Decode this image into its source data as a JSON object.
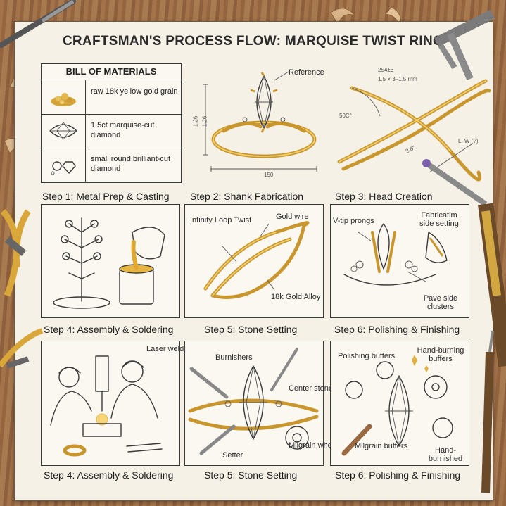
{
  "title": "CRAFTSMAN'S PROCESS FLOW: MARQUISE TWIST RING",
  "bom": {
    "heading": "BILL OF MATERIALS",
    "items": [
      {
        "label": "raw 18k yellow gold grain",
        "icon": "gold-grain-icon"
      },
      {
        "label": "1.5ct marquise-cut diamond",
        "icon": "marquise-diamond-icon"
      },
      {
        "label": "small round brilliant-cut diamond",
        "icon": "round-diamond-icon"
      }
    ]
  },
  "reference": {
    "label": "Reference",
    "dim_height_a": "1.26",
    "dim_height_b": "1.26",
    "dim_width": "150"
  },
  "wire_sketch": {
    "note_top": "254±3",
    "note_sub": "1.5 × 3–1.5 mm",
    "note_angle": "50C°",
    "note_length": "2.8\"",
    "note_side": "L–W (?)"
  },
  "steps": [
    {
      "title": "Step 1: Metal Prep & Casting",
      "annotations": []
    },
    {
      "title": "Step 2: Shank Fabrication",
      "annotations": [
        "Infinity Loop Twist",
        "Gold wire",
        "18k Gold Alloy"
      ]
    },
    {
      "title": "Step 3: Head Creation",
      "annotations": [
        "V-tip prongs",
        "Fabricatim side setting",
        "Pave side clusters"
      ]
    },
    {
      "title": "Step 4: Assembly & Soldering",
      "annotations": [
        "Laser welder"
      ]
    },
    {
      "title": "Step 5: Stone Setting",
      "annotations": [
        "Burnishers",
        "Center stone",
        "Setter",
        "Milgrain wheels"
      ]
    },
    {
      "title": "Step 6: Polishing & Finishing",
      "annotations": [
        "Polishing buffers",
        "Hand-burning buffers",
        "Milgrain buffers",
        "Hand-burnished"
      ]
    }
  ],
  "row_captions": [
    "Step 4: Assembly & Soldering",
    "Step 5: Stone Setting",
    "Step 6: Polishing & Finishing"
  ],
  "colors": {
    "gold": "#c9962e",
    "ink": "#3a3a3a",
    "paper": "#f6f1e6",
    "wood": "#9a6b43"
  }
}
